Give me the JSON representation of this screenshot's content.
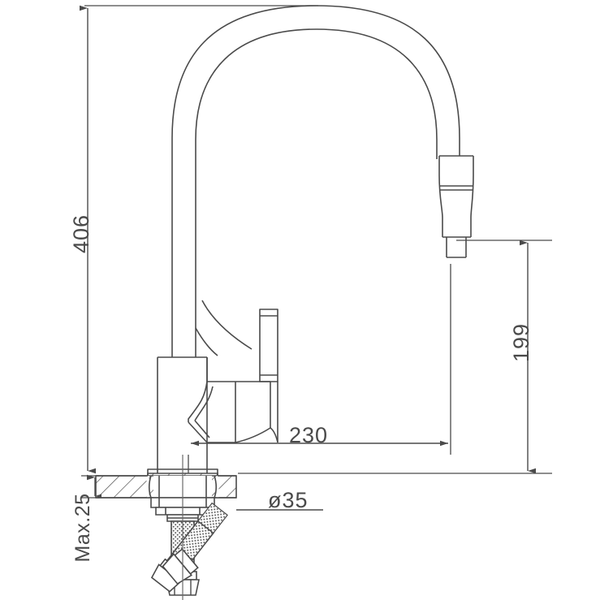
{
  "drawing": {
    "type": "technical-dimension-drawing",
    "subject": "kitchen-sink-mixer-tap",
    "view": "side-elevation",
    "units": "mm",
    "line_color": "#4a4a4a",
    "background_color": "#ffffff"
  },
  "dimensions": {
    "overall_height": {
      "label": "406",
      "orientation": "vertical",
      "side": "left",
      "description": "total height from counter surface to top of spout arc"
    },
    "spout_height": {
      "label": "199",
      "orientation": "vertical",
      "side": "right",
      "description": "height from counter surface to spout outlet"
    },
    "spout_reach": {
      "label": "230",
      "orientation": "horizontal",
      "description": "horizontal reach from tap centre to spout outlet centre"
    },
    "counter_thickness": {
      "label": "Max.25",
      "orientation": "vertical",
      "side": "left",
      "description": "maximum mounting countertop thickness"
    },
    "mounting_hole": {
      "label": "ø35",
      "orientation": "leader",
      "description": "required counter mounting hole diameter"
    }
  }
}
